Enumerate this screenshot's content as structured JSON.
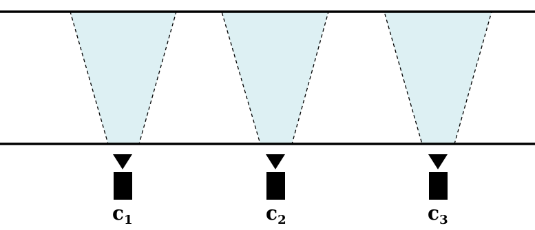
{
  "diagram": {
    "colors": {
      "field_of_view_fill": "#ddf0f3",
      "lines": "#000000",
      "camera_body": "#000000"
    },
    "cameras": [
      {
        "label_main": "c",
        "label_sub": "1",
        "icon": "camera-icon"
      },
      {
        "label_main": "c",
        "label_sub": "2",
        "icon": "camera-icon"
      },
      {
        "label_main": "c",
        "label_sub": "3",
        "icon": "camera-icon"
      }
    ]
  }
}
